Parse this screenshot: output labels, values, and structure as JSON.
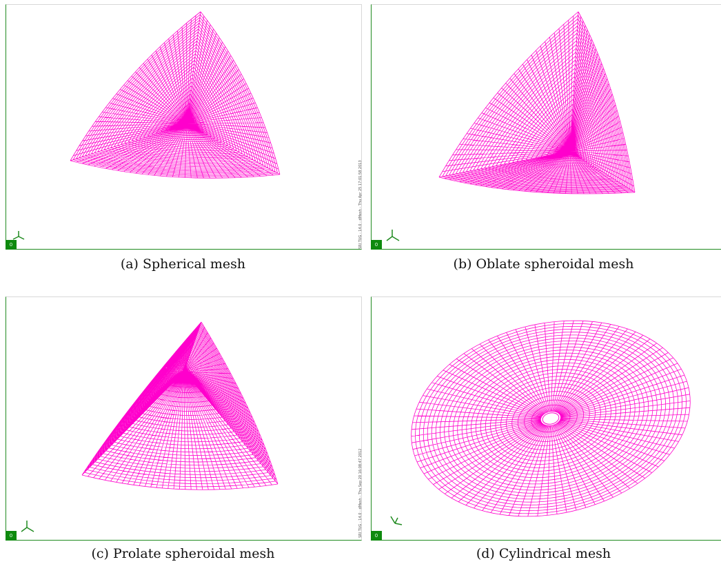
{
  "captions": {
    "a": "(a) Spherical mesh",
    "b": "(b) Oblate spheroidal mesh",
    "c": "(c) Prolate spheroidal mesh",
    "d": "(d) Cylindrical mesh"
  },
  "viewer": {
    "stamp_label": "0",
    "side_text_1": "SRI TUG - 14.0 - dMesh - Thu Apr 25 17:01:58 2013",
    "side_text_2": "SRI TUG - 14.0 - dMesh - Thu Sep 20 16:08:47 2012"
  },
  "colors": {
    "mesh": "#ff00cc",
    "frame": "#1f8a1f",
    "stamp": "#0e8a0e"
  }
}
